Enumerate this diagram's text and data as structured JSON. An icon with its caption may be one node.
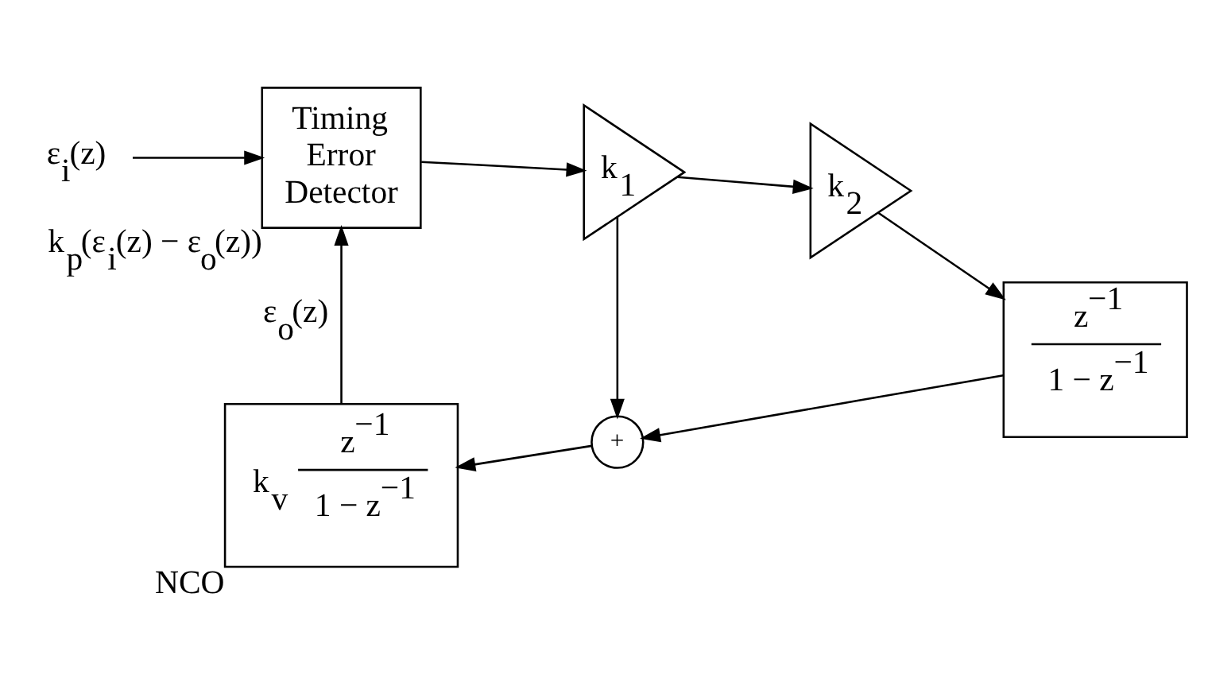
{
  "diagram": {
    "nodes": [
      {
        "text": [
          "ε$_{i}$(z)"
        ]
      },
      {
        "text": [
          "Timing Error Detector"
        ],
        "beside": [
          "k$_{p}$(ε$_{i}$(z) − ε$_{o}$(z))"
        ]
      },
      {
        "text": [
          "k$_{1}$"
        ]
      },
      {
        "text": [
          "k$_{2}$"
        ]
      },
      {
        "text": [
          "z$^{−1}$",
          "1 − z$^{−1}$"
        ]
      },
      {
        "text": [
          "+"
        ]
      },
      {
        "text": [
          "k$_{v}$",
          "z$^{−1}$",
          "1 − z$^{−1}$"
        ],
        "beside": [
          "NCO"
        ]
      }
    ],
    "edges": [
      {
        "from": 0,
        "to": 1,
        "arrow": "to"
      },
      {
        "from": 1,
        "to": 2,
        "arrow": "to"
      },
      {
        "from": 2,
        "to": 3,
        "arrow": "to"
      },
      {
        "from": 2,
        "to": 5,
        "arrow": "to"
      },
      {
        "from": 3,
        "to": 4,
        "arrow": "to"
      },
      {
        "from": 4,
        "to": 5,
        "arrow": "to"
      },
      {
        "from": 5,
        "to": 6,
        "arrow": "to"
      },
      {
        "from": 6,
        "to": 1,
        "arrow": "to",
        "label": "ε$_{o}$(z)"
      }
    ]
  }
}
